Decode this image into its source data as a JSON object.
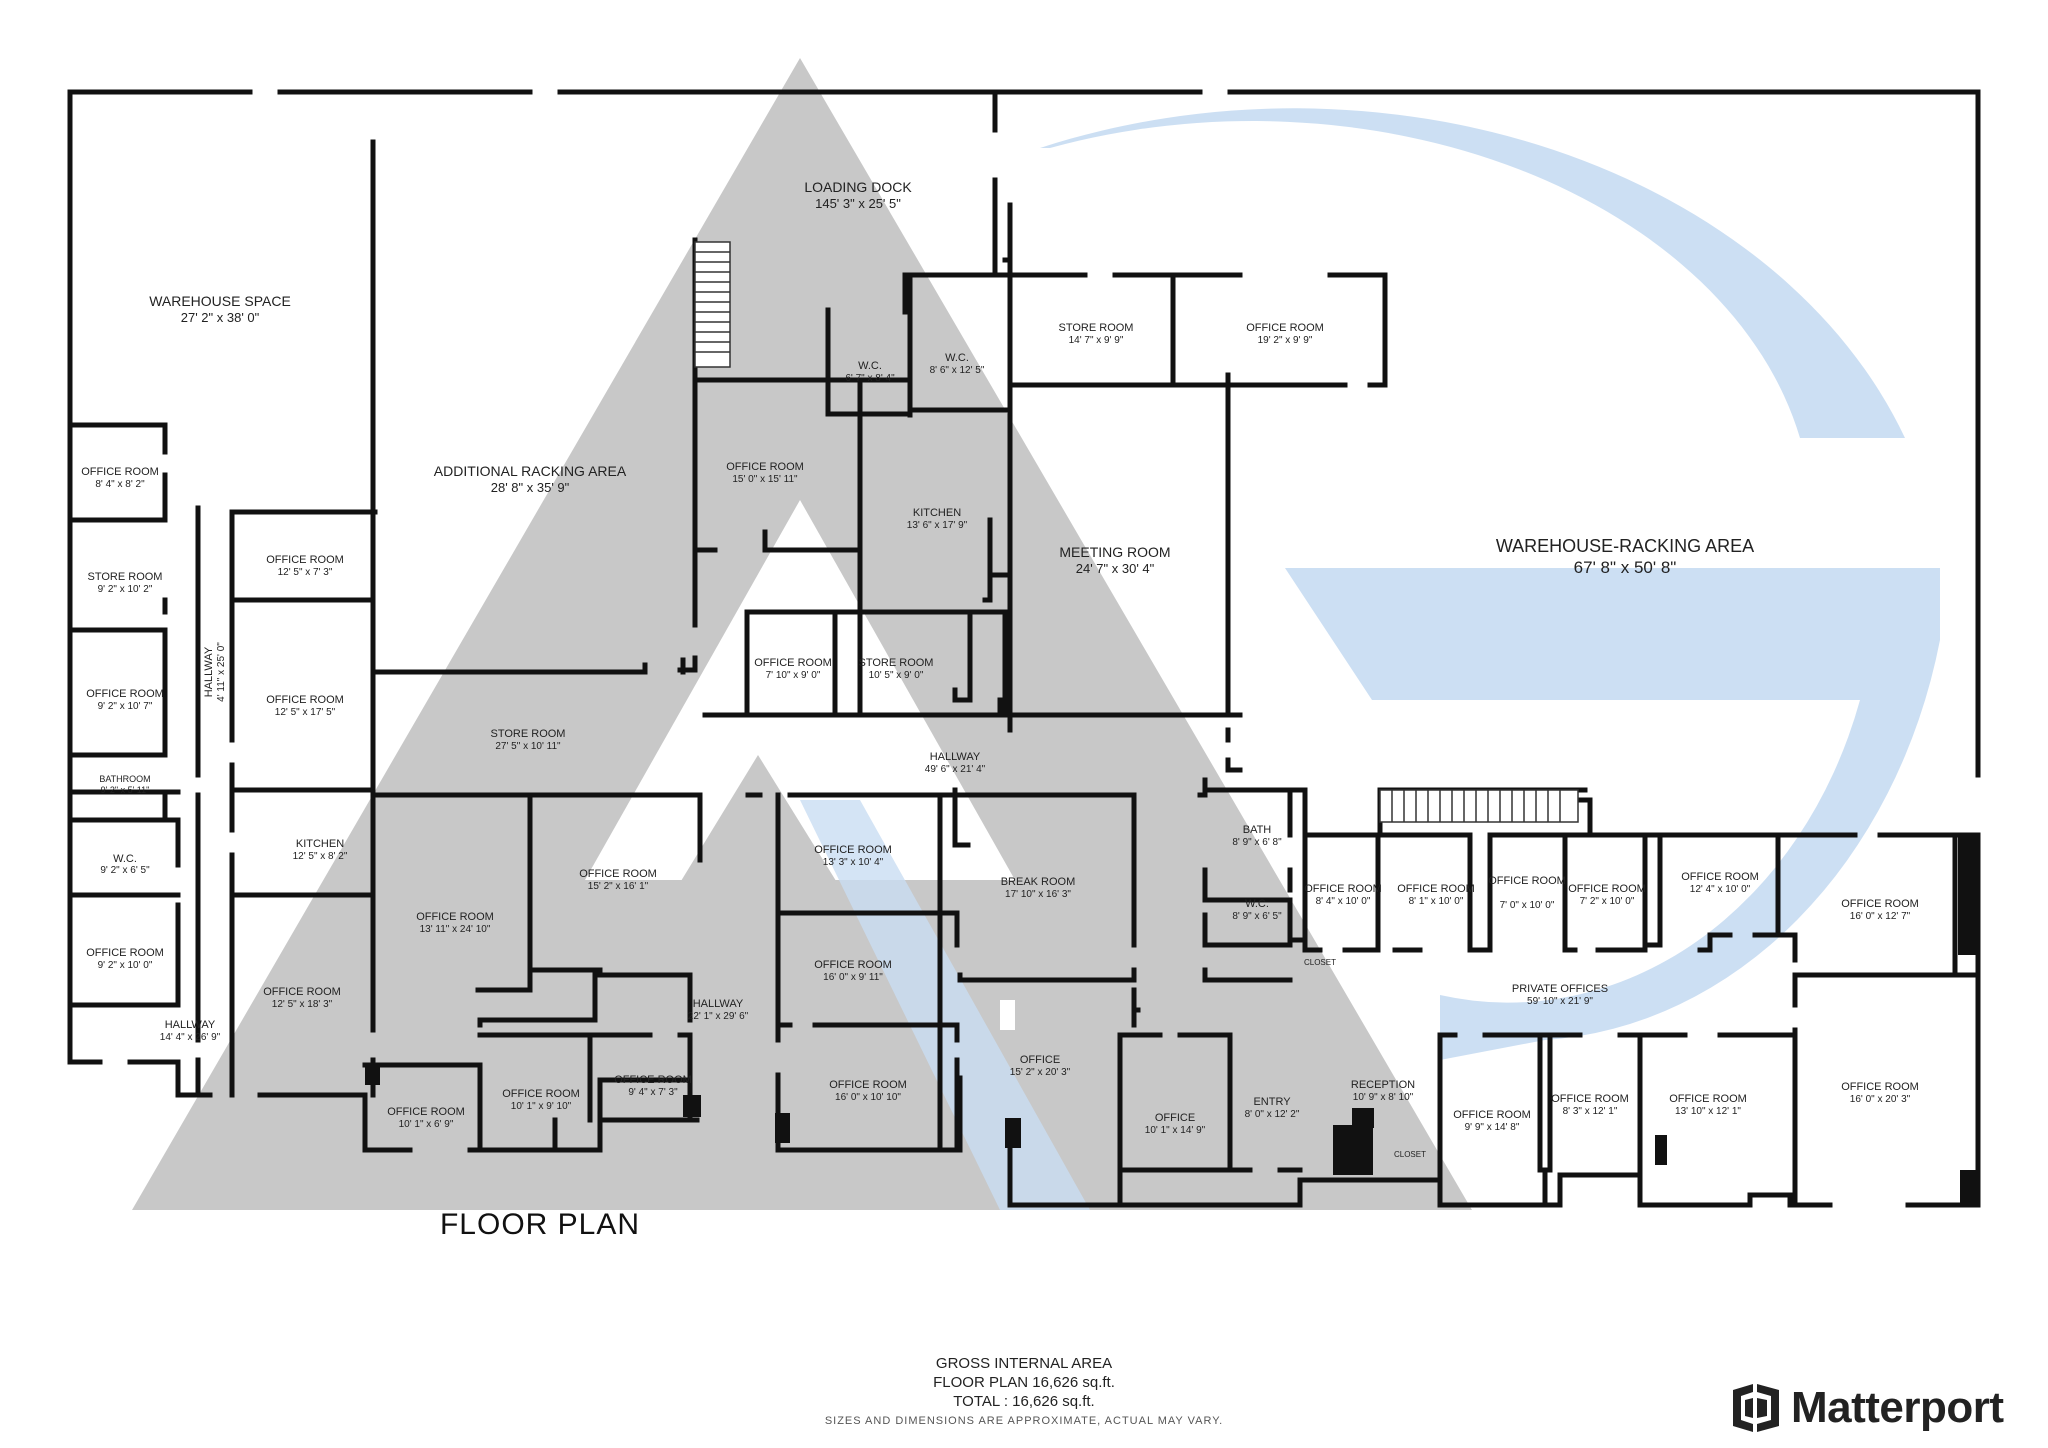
{
  "plan_title": "FLOOR PLAN",
  "rooms": {
    "loading_dock": {
      "name": "LOADING DOCK",
      "dim": "145' 3\" x 25' 5\""
    },
    "warehouse_space": {
      "name": "WAREHOUSE SPACE",
      "dim": "27' 2\" x 38' 0\""
    },
    "additional_racking": {
      "name": "ADDITIONAL RACKING AREA",
      "dim": "28' 8\" x 35' 9\""
    },
    "office_nw": {
      "name": "OFFICE ROOM",
      "dim": "8' 4\" x 8' 2\""
    },
    "store_w1": {
      "name": "STORE ROOM",
      "dim": "9' 2\" x 10' 2\""
    },
    "office_w2": {
      "name": "OFFICE ROOM",
      "dim": "12' 5\" x 7' 3\""
    },
    "office_w3": {
      "name": "OFFICE ROOM",
      "dim": "9' 2\" x 10' 7\""
    },
    "office_w4": {
      "name": "OFFICE ROOM",
      "dim": "12' 5\" x 17' 5\""
    },
    "hallway_w": {
      "name": "HALLWAY",
      "dim": "4' 11\" x 25' 0\""
    },
    "bathroom_w": {
      "name": "BATHROOM",
      "dim": "9' 2\" x 5' 11\""
    },
    "wc_w": {
      "name": "W.C.",
      "dim": "9' 2\" x 6' 5\""
    },
    "kitchen_w": {
      "name": "KITCHEN",
      "dim": "12' 5\" x 8' 2\""
    },
    "office_w5": {
      "name": "OFFICE ROOM",
      "dim": "9' 2\" x 10' 0\""
    },
    "office_w6": {
      "name": "OFFICE ROOM",
      "dim": "12' 5\" x 18' 3\""
    },
    "hallway_sw": {
      "name": "HALLWAY",
      "dim": "14' 4\" x 26' 9\""
    },
    "store_mid": {
      "name": "STORE ROOM",
      "dim": "27' 5\" x 10' 11\""
    },
    "office_m1": {
      "name": "OFFICE ROOM",
      "dim": "13' 11\" x 24' 10\""
    },
    "office_m2": {
      "name": "OFFICE ROOM",
      "dim": "15' 2\" x 16' 1\""
    },
    "office_m3": {
      "name": "OFFICE ROOM",
      "dim": "10' 1\" x 6' 9\""
    },
    "office_m4": {
      "name": "OFFICE ROOM",
      "dim": "10' 1\" x 9' 10\""
    },
    "office_m5": {
      "name": "OFFICE ROOM",
      "dim": "9' 4\" x 7' 3\""
    },
    "hallway_m": {
      "name": "HALLWAY",
      "dim": "22' 1\" x 29' 6\""
    },
    "office_c1": {
      "name": "OFFICE ROOM",
      "dim": "15' 0\" x 15' 11\""
    },
    "wc_c1": {
      "name": "W.C.",
      "dim": "6' 7\" x 8' 4\""
    },
    "wc_c2": {
      "name": "W.C.",
      "dim": "8' 6\" x 12' 5\""
    },
    "kitchen_c": {
      "name": "KITCHEN",
      "dim": "13' 6\" x 17' 9\""
    },
    "office_c2": {
      "name": "OFFICE ROOM",
      "dim": "7' 10\" x 9' 0\""
    },
    "store_c": {
      "name": "STORE ROOM",
      "dim": "10' 5\" x 9' 0\""
    },
    "store_n": {
      "name": "STORE ROOM",
      "dim": "14' 7\" x 9' 9\""
    },
    "office_n": {
      "name": "OFFICE ROOM",
      "dim": "19' 2\" x 9' 9\""
    },
    "meeting": {
      "name": "MEETING ROOM",
      "dim": "24' 7\" x 30' 4\""
    },
    "hallway_c": {
      "name": "HALLWAY",
      "dim": "49' 6\" x 21' 4\""
    },
    "office_c3": {
      "name": "OFFICE ROOM",
      "dim": "13' 3\" x 10' 4\""
    },
    "office_c4": {
      "name": "OFFICE ROOM",
      "dim": "16' 0\" x 9' 11\""
    },
    "office_c5": {
      "name": "OFFICE ROOM",
      "dim": "16' 0\" x 10' 10\""
    },
    "break_room": {
      "name": "BREAK ROOM",
      "dim": "17' 10\" x 16' 3\""
    },
    "office_c6": {
      "name": "OFFICE",
      "dim": "15' 2\" x 20' 3\""
    },
    "office_c7": {
      "name": "OFFICE",
      "dim": "10' 1\" x 14' 9\""
    },
    "bath_e": {
      "name": "BATH",
      "dim": "8' 9\" x 6' 8\""
    },
    "wc_e": {
      "name": "W.C.",
      "dim": "8' 9\" x 6' 5\""
    },
    "entry": {
      "name": "ENTRY",
      "dim": "8' 0\" x 12' 2\""
    },
    "reception": {
      "name": "RECEPTION",
      "dim": "10' 9\" x 8' 10\""
    },
    "closet_e": {
      "name": "CLOSET"
    },
    "closet_s": {
      "name": "CLOSET"
    },
    "warehouse_racking": {
      "name": "WAREHOUSE-RACKING AREA",
      "dim": "67' 8\" x 50' 8\""
    },
    "office_e1": {
      "name": "OFFICE ROOM",
      "dim": "8' 4\" x 10' 0\""
    },
    "office_e2": {
      "name": "OFFICE ROOM",
      "dim": "8' 1\" x 10' 0\""
    },
    "office_e3": {
      "name": "OFFICE ROOM",
      "dim": "7' 0\" x 10' 0\""
    },
    "office_e4": {
      "name": "OFFICE ROOM",
      "dim": "7' 2\" x 10' 0\""
    },
    "office_e5": {
      "name": "OFFICE ROOM",
      "dim": "12' 4\" x 10' 0\""
    },
    "office_e6": {
      "name": "OFFICE ROOM",
      "dim": "16' 0\" x 12' 7\""
    },
    "private_offices": {
      "name": "PRIVATE OFFICES",
      "dim": "59' 10\" x 21' 9\""
    },
    "office_e7": {
      "name": "OFFICE ROOM",
      "dim": "9' 9\" x 14' 8\""
    },
    "office_e8": {
      "name": "OFFICE ROOM",
      "dim": "8' 3\" x 12' 1\""
    },
    "office_e9": {
      "name": "OFFICE ROOM",
      "dim": "13' 10\" x 12' 1\""
    },
    "office_e10": {
      "name": "OFFICE ROOM",
      "dim": "16' 0\" x 20' 3\""
    }
  },
  "footer": {
    "gia_title": "GROSS INTERNAL AREA",
    "floor_plan_area": "FLOOR PLAN 16,626 sq.ft.",
    "total_area": "TOTAL :  16,626 sq.ft.",
    "disclaimer": "SIZES AND DIMENSIONS ARE APPROXIMATE, ACTUAL MAY VARY."
  },
  "brand": {
    "name": "Matterport"
  },
  "colors": {
    "wall": "#111111",
    "watermark_grey": "#c8c8c8",
    "watermark_blue": "#c9ddf2"
  }
}
